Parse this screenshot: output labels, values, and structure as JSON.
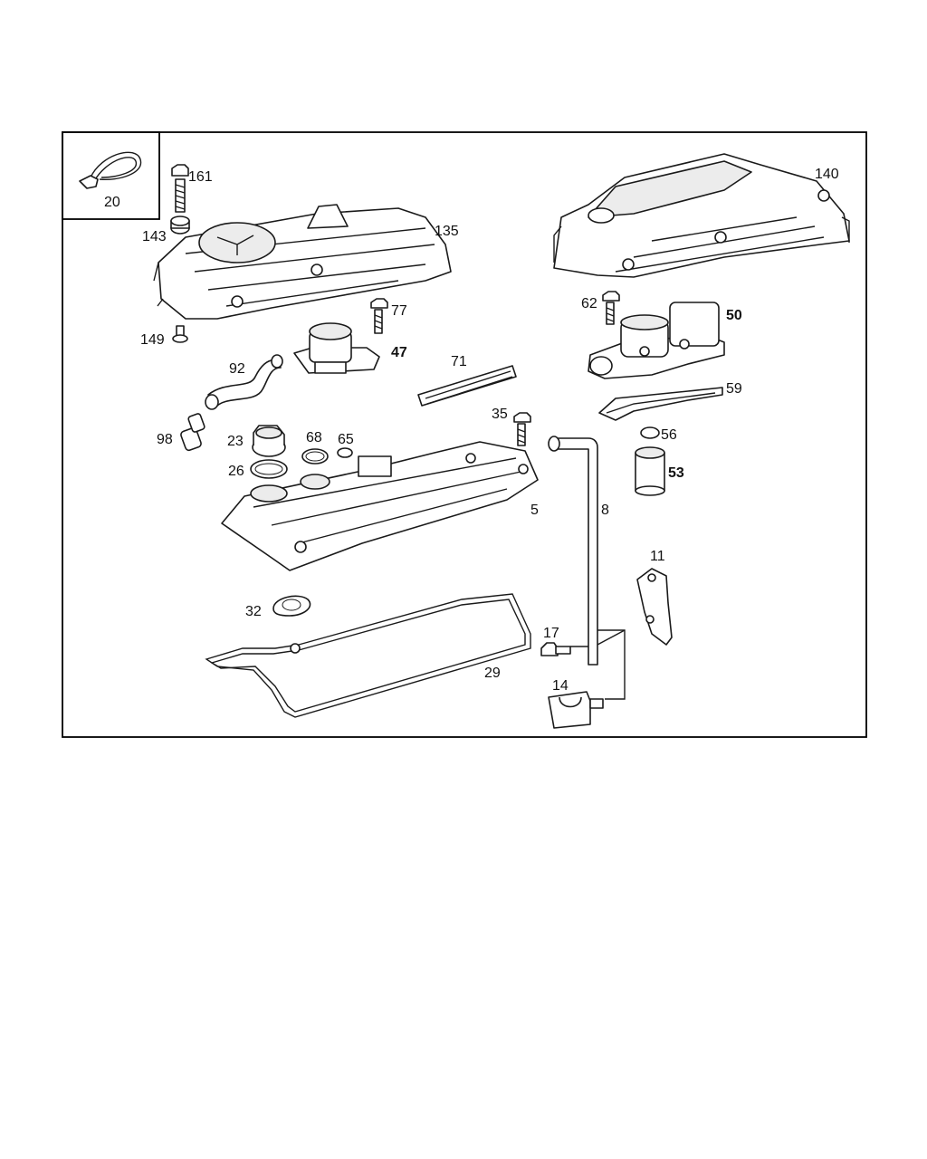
{
  "labels": {
    "l20": "20",
    "l161": "161",
    "l143": "143",
    "l135": "135",
    "l149": "149",
    "l77": "77",
    "l47": "47",
    "l92": "92",
    "l71": "71",
    "l98": "98",
    "l23": "23",
    "l68": "68",
    "l65": "65",
    "l26": "26",
    "l35": "35",
    "l5": "5",
    "l8": "8",
    "l140": "140",
    "l62": "62",
    "l50": "50",
    "l59": "59",
    "l56": "56",
    "l53": "53",
    "l11": "11",
    "l17": "17",
    "l14": "14",
    "l29": "29",
    "l32": "32"
  },
  "colors": {
    "line": "#1a1a1a",
    "fill": "#ffffff",
    "shade": "#ececec",
    "frame": "#000000"
  }
}
